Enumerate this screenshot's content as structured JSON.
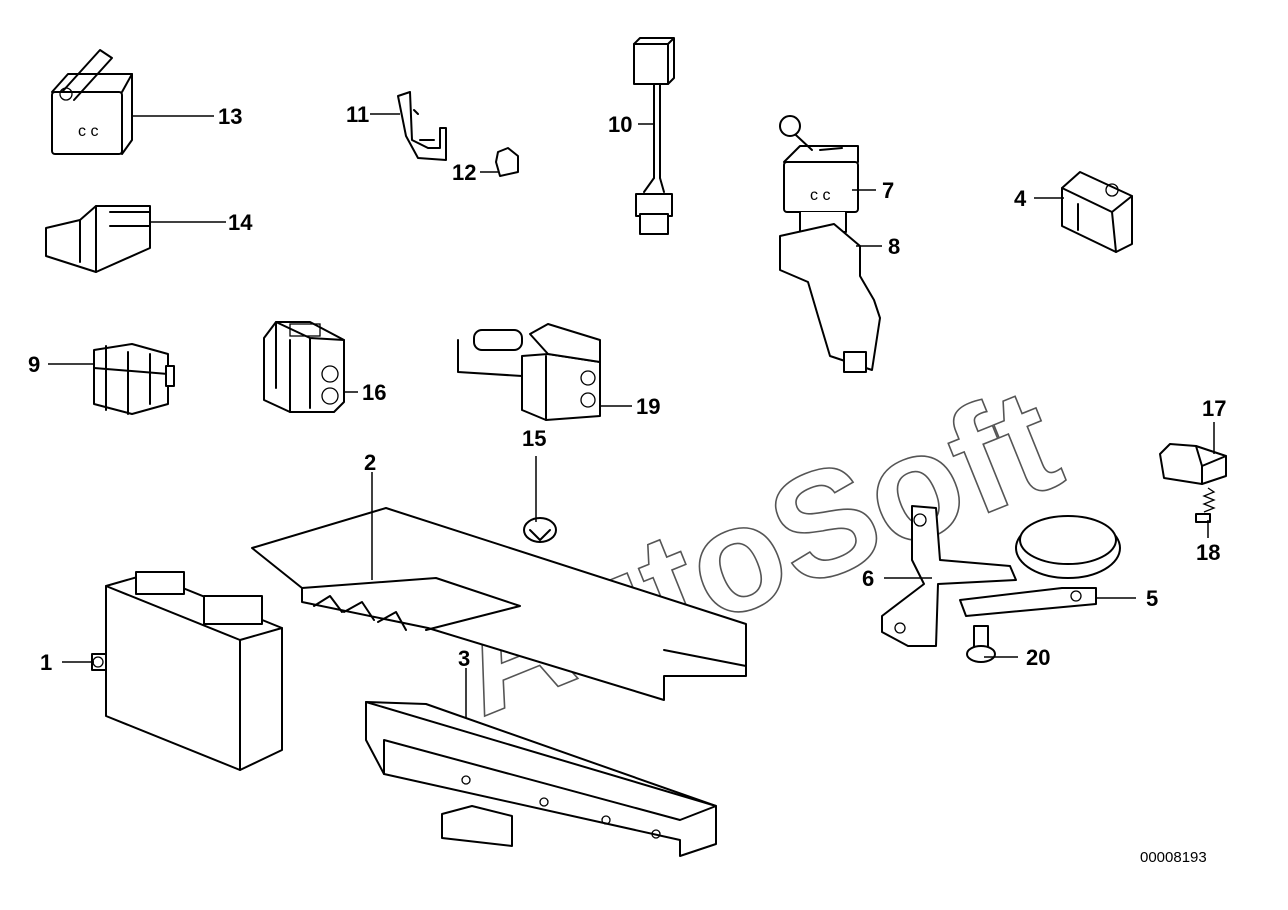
{
  "diagram": {
    "watermark": "AutoSoft",
    "document_number": "00008193",
    "callouts": {
      "c1": "1",
      "c2": "2",
      "c3": "3",
      "c4": "4",
      "c5": "5",
      "c6": "6",
      "c7": "7",
      "c8": "8",
      "c9": "9",
      "c10": "10",
      "c11": "11",
      "c12": "12",
      "c13": "13",
      "c14": "14",
      "c15": "15",
      "c16": "16",
      "c17": "17",
      "c18": "18",
      "c19": "19",
      "c20": "20"
    }
  }
}
